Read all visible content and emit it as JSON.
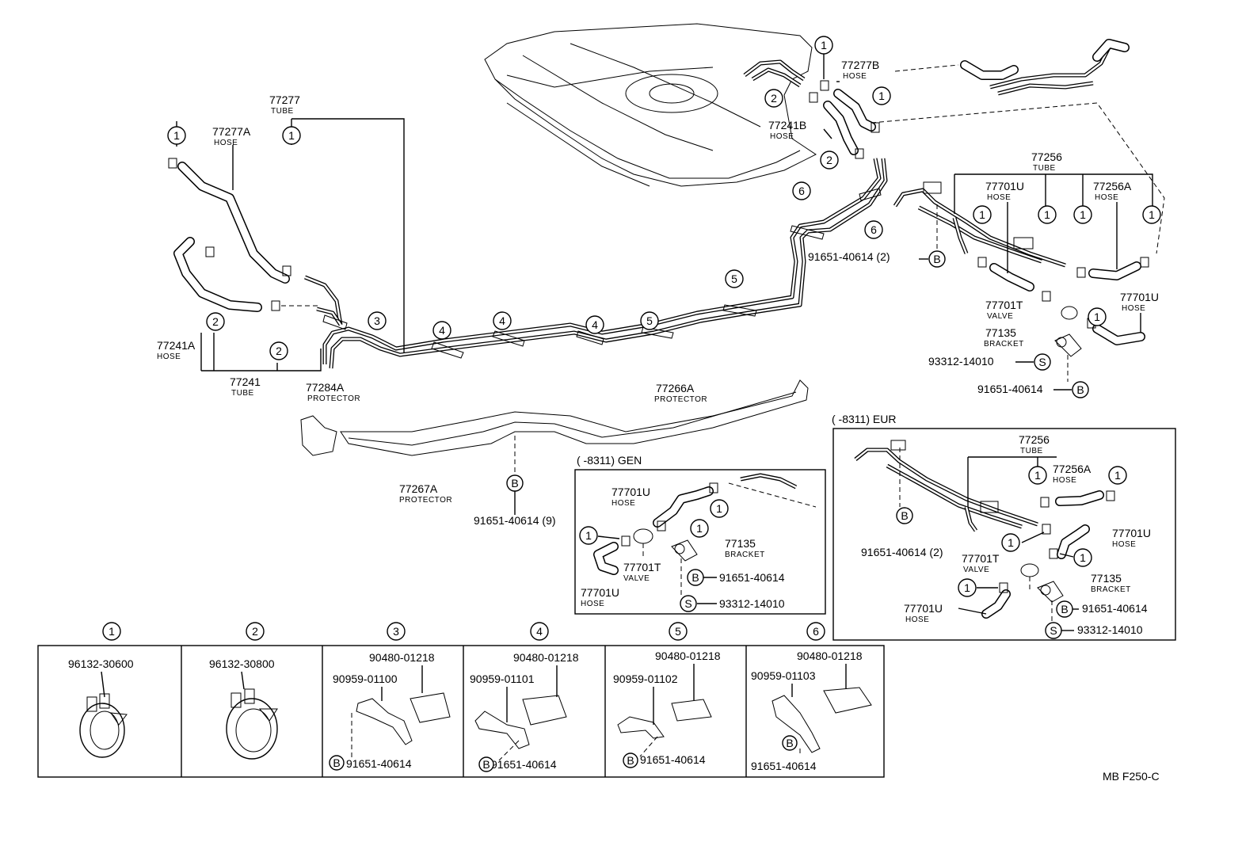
{
  "code": "MB F250-C",
  "circle_labels": {
    "c1": "1",
    "c2": "2",
    "c3": "3",
    "c4": "4",
    "c5": "5",
    "c6": "6",
    "cb": "B",
    "cs": "S"
  },
  "parts": {
    "p77277": "77277",
    "p77277_desc": "TUBE",
    "p77277A": "77277A",
    "p77277A_desc": "HOSE",
    "p77241A": "77241A",
    "p77241A_desc": "HOSE",
    "p77241": "77241",
    "p77241_desc": "TUBE",
    "p77277B": "77277B",
    "p77277B_desc": "HOSE",
    "p77241B": "77241B",
    "p77241B_desc": "HOSE",
    "p77256": "77256",
    "p77256_desc": "TUBE",
    "p77701U_a": "77701U",
    "p77701U_a_desc": "HOSE",
    "p77256A": "77256A",
    "p77256A_desc": "HOSE",
    "bolt_2": "91651-40614 (2)",
    "p77701T": "77701T",
    "p77701T_desc": "VALVE",
    "p77701U_b": "77701U",
    "p77701U_b_desc": "HOSE",
    "p77135": "77135",
    "p77135_desc": "BRACKET",
    "screw": "93312-14010",
    "bolt": "91651-40614",
    "p77284A": "77284A",
    "p77284A_desc": "PROTECTOR",
    "p77266A": "77266A",
    "p77266A_desc": "PROTECTOR",
    "p77267A": "77267A",
    "p77267A_desc": "PROTECTOR",
    "bolt_9": "91651-40614 (9)"
  },
  "gen_inset": {
    "title": "(      -8311) GEN",
    "hose_top": "77701U",
    "hose_top_desc": "HOSE",
    "bracket": "77135",
    "bracket_desc": "BRACKET",
    "valve": "77701T",
    "valve_desc": "VALVE",
    "hose_bot": "77701U",
    "hose_bot_desc": "HOSE",
    "bolt": "91651-40614",
    "screw": "93312-14010"
  },
  "eur_inset": {
    "title": "(      -8311) EUR",
    "tube": "77256",
    "tube_desc": "TUBE",
    "hoseA": "77256A",
    "hoseA_desc": "HOSE",
    "bolt_2": "91651-40614 (2)",
    "hoseU": "77701U",
    "hoseU_desc": "HOSE",
    "valve": "77701T",
    "valve_desc": "VALVE",
    "bracket": "77135",
    "bracket_desc": "BRACKET",
    "hose_bot": "77701U",
    "hose_bot_desc": "HOSE",
    "bolt": "91651-40614",
    "screw": "93312-14010"
  },
  "legend": [
    {
      "num": "1",
      "parts": [
        "96132-30600"
      ]
    },
    {
      "num": "2",
      "parts": [
        "96132-30800"
      ]
    },
    {
      "num": "3",
      "parts": [
        "90480-01218",
        "90959-01100",
        "91651-40614"
      ]
    },
    {
      "num": "4",
      "parts": [
        "90480-01218",
        "90959-01101",
        "91651-40614"
      ]
    },
    {
      "num": "5",
      "parts": [
        "90480-01218",
        "90959-01102",
        "91651-40614"
      ]
    },
    {
      "num": "6",
      "parts": [
        "90480-01218",
        "90959-01103",
        "91651-40614"
      ]
    }
  ]
}
